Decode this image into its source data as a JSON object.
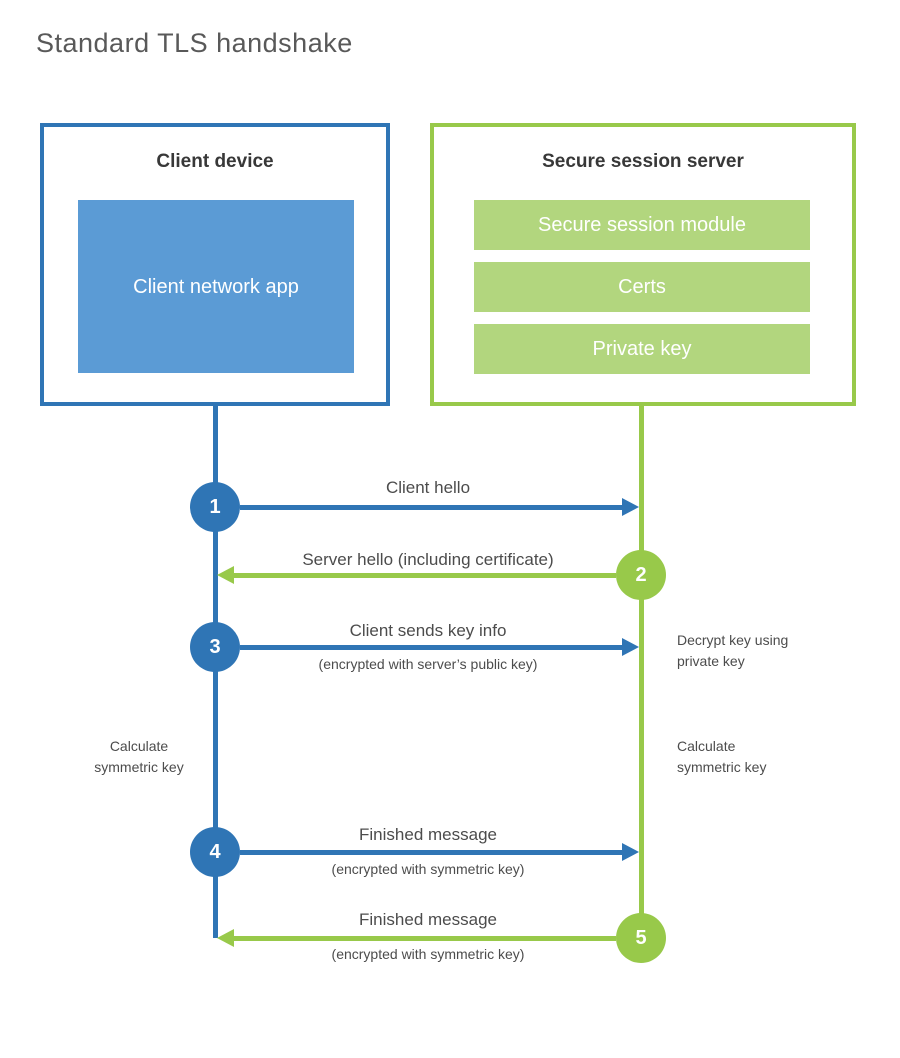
{
  "title": "Standard TLS handshake",
  "colors": {
    "blue_stroke": "#2f75b5",
    "blue_fill": "#5b9bd5",
    "green_stroke": "#98c94a",
    "green_fill": "#b2d67e"
  },
  "client": {
    "title": "Client device",
    "app_label": "Client network app"
  },
  "server": {
    "title": "Secure session server",
    "modules": [
      "Secure session module",
      "Certs",
      "Private key"
    ]
  },
  "messages": [
    {
      "step": "1",
      "from": "client",
      "direction": "right",
      "label": "Client hello",
      "sublabel": ""
    },
    {
      "step": "2",
      "from": "server",
      "direction": "left",
      "label": "Server hello (including certificate)",
      "sublabel": ""
    },
    {
      "step": "3",
      "from": "client",
      "direction": "right",
      "label": "Client sends key info",
      "sublabel": "(encrypted with server’s public key)"
    },
    {
      "step": "4",
      "from": "client",
      "direction": "right",
      "label": "Finished message",
      "sublabel": "(encrypted with symmetric key)"
    },
    {
      "step": "5",
      "from": "server",
      "direction": "left",
      "label": "Finished message",
      "sublabel": "(encrypted with symmetric key)"
    }
  ],
  "annotations": [
    {
      "side": "right",
      "text": "Decrypt key using private key"
    },
    {
      "side": "left",
      "text": "Calculate symmetric key"
    },
    {
      "side": "right",
      "text": "Calculate symmetric key"
    }
  ]
}
